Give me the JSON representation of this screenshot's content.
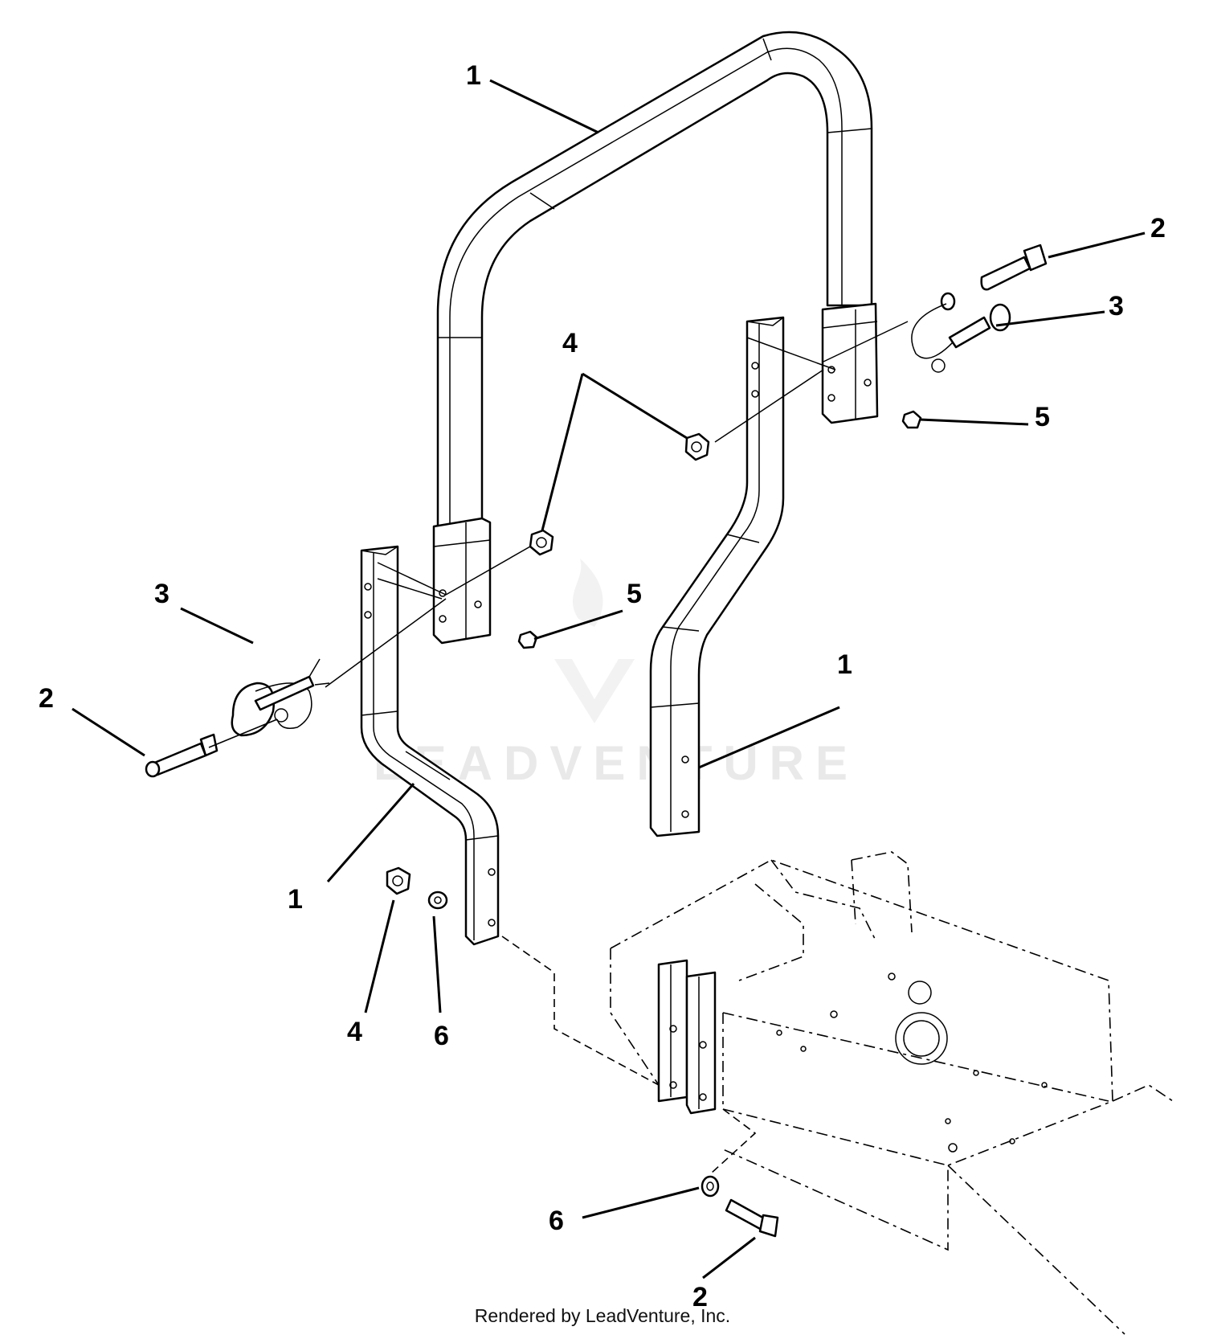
{
  "callouts": [
    {
      "id": "c1-top",
      "text": "1"
    },
    {
      "id": "c2-top-right",
      "text": "2"
    },
    {
      "id": "c3-right",
      "text": "3"
    },
    {
      "id": "c4-center",
      "text": "4"
    },
    {
      "id": "c5-right",
      "text": "5"
    },
    {
      "id": "c5-mid",
      "text": "5"
    },
    {
      "id": "c3-left",
      "text": "3"
    },
    {
      "id": "c1-right-leg",
      "text": "1"
    },
    {
      "id": "c2-left",
      "text": "2"
    },
    {
      "id": "c1-left-leg",
      "text": "1"
    },
    {
      "id": "c4-lower",
      "text": "4"
    },
    {
      "id": "c6-lower",
      "text": "6"
    },
    {
      "id": "c6-bottom",
      "text": "6"
    },
    {
      "id": "c2-bottom",
      "text": "2"
    }
  ],
  "watermark": "LEADVENTURE",
  "footer": "Rendered by LeadVenture, Inc."
}
